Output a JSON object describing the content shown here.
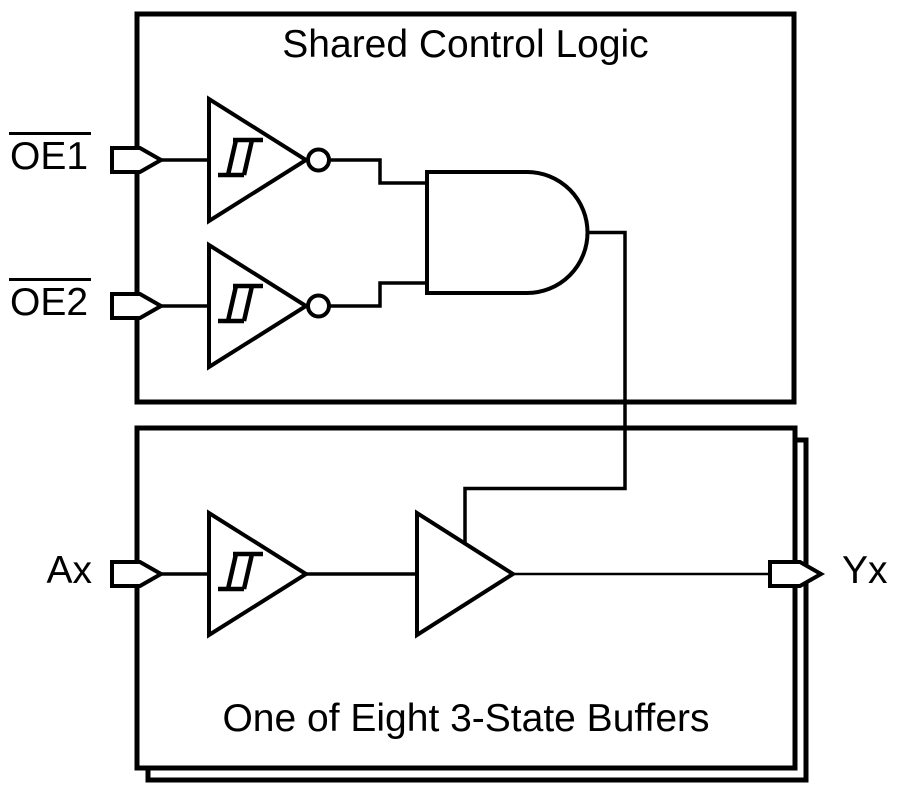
{
  "page": {
    "background_color": "#ffffff",
    "line_color": "#000000"
  },
  "control_block": {
    "title": "Shared Control Logic",
    "inputs": [
      {
        "label": "OE1",
        "overline": true
      },
      {
        "label": "OE2",
        "overline": true
      }
    ],
    "gates": [
      "schmitt-inverter",
      "schmitt-inverter",
      "and-gate"
    ]
  },
  "buffer_block": {
    "caption": "One of Eight 3-State Buffers",
    "input_label": "Ax",
    "output_label": "Yx",
    "gates": [
      "schmitt-buffer",
      "tri-state-buffer"
    ],
    "stacked_copies_shown": 2
  }
}
